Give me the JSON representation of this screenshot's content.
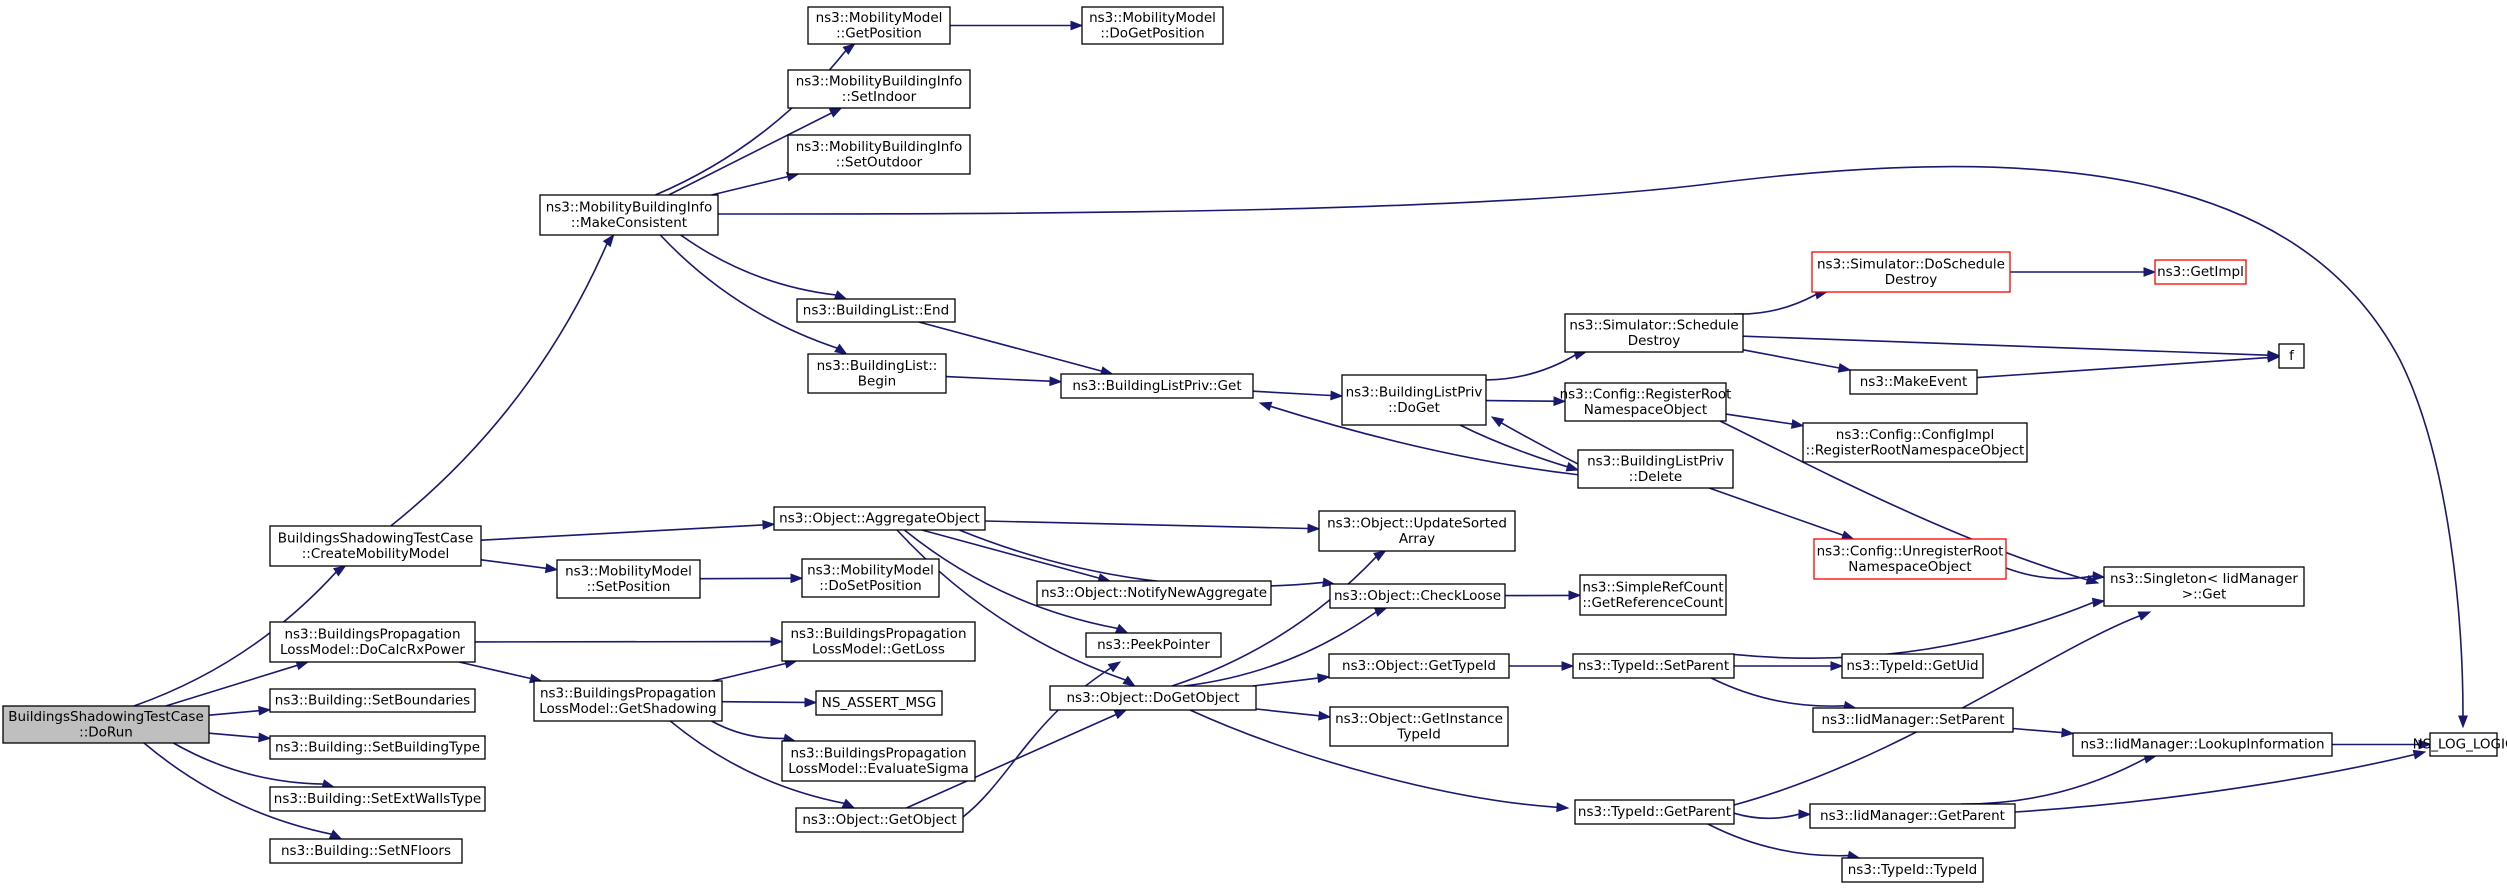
{
  "nodes": [
    {
      "id": "root",
      "lines": [
        "BuildingsShadowingTestCase",
        "::DoRun"
      ],
      "kind": "root"
    },
    {
      "id": "createMobility",
      "lines": [
        "BuildingsShadowingTestCase",
        "::CreateMobilityModel"
      ]
    },
    {
      "id": "doCalcRx",
      "lines": [
        "ns3::BuildingsPropagation",
        "LossModel::DoCalcRxPower"
      ]
    },
    {
      "id": "setBoundaries",
      "lines": [
        "ns3::Building::SetBoundaries"
      ]
    },
    {
      "id": "setBuildingType",
      "lines": [
        "ns3::Building::SetBuildingType"
      ]
    },
    {
      "id": "setExtWalls",
      "lines": [
        "ns3::Building::SetExtWallsType"
      ]
    },
    {
      "id": "setNFloors",
      "lines": [
        "ns3::Building::SetNFloors"
      ]
    },
    {
      "id": "makeConsistent",
      "lines": [
        "ns3::MobilityBuildingInfo",
        "::MakeConsistent"
      ]
    },
    {
      "id": "aggregateObject",
      "lines": [
        "ns3::Object::AggregateObject"
      ]
    },
    {
      "id": "mmSetPosition",
      "lines": [
        "ns3::MobilityModel",
        "::SetPosition"
      ]
    },
    {
      "id": "getShadowing",
      "lines": [
        "ns3::BuildingsPropagation",
        "LossModel::GetShadowing"
      ]
    },
    {
      "id": "getLoss",
      "lines": [
        "ns3::BuildingsPropagation",
        "LossModel::GetLoss"
      ]
    },
    {
      "id": "getPosition",
      "lines": [
        "ns3::MobilityModel",
        "::GetPosition"
      ]
    },
    {
      "id": "setIndoor",
      "lines": [
        "ns3::MobilityBuildingInfo",
        "::SetIndoor"
      ]
    },
    {
      "id": "setOutdoor",
      "lines": [
        "ns3::MobilityBuildingInfo",
        "::SetOutdoor"
      ]
    },
    {
      "id": "blEnd",
      "lines": [
        "ns3::BuildingList::End"
      ]
    },
    {
      "id": "blBegin",
      "lines": [
        "ns3::BuildingList::",
        "Begin"
      ]
    },
    {
      "id": "nsLogLogic",
      "lines": [
        "NS_LOG_LOGIC"
      ]
    },
    {
      "id": "doGetPosition",
      "lines": [
        "ns3::MobilityModel",
        "::DoGetPosition"
      ]
    },
    {
      "id": "blpGet",
      "lines": [
        "ns3::BuildingListPriv::Get"
      ]
    },
    {
      "id": "blpDoGet",
      "lines": [
        "ns3::BuildingListPriv",
        "::DoGet"
      ]
    },
    {
      "id": "updateSorted",
      "lines": [
        "ns3::Object::UpdateSorted",
        "Array"
      ]
    },
    {
      "id": "notifyNew",
      "lines": [
        "ns3::Object::NotifyNewAggregate"
      ]
    },
    {
      "id": "checkLoose",
      "lines": [
        "ns3::Object::CheckLoose"
      ]
    },
    {
      "id": "peekPointer",
      "lines": [
        "ns3::PeekPointer"
      ]
    },
    {
      "id": "doGetObject",
      "lines": [
        "ns3::Object::DoGetObject"
      ]
    },
    {
      "id": "doSetPosition",
      "lines": [
        "ns3::MobilityModel",
        "::DoSetPosition"
      ]
    },
    {
      "id": "nsAssertMsg",
      "lines": [
        "NS_ASSERT_MSG"
      ]
    },
    {
      "id": "evaluateSigma",
      "lines": [
        "ns3::BuildingsPropagation",
        "LossModel::EvaluateSigma"
      ]
    },
    {
      "id": "getObject",
      "lines": [
        "ns3::Object::GetObject"
      ]
    },
    {
      "id": "scheduleDestroy",
      "lines": [
        "ns3::Simulator::Schedule",
        "Destroy"
      ]
    },
    {
      "id": "registerRootNs",
      "lines": [
        "ns3::Config::RegisterRoot",
        "NamespaceObject"
      ]
    },
    {
      "id": "blpDelete",
      "lines": [
        "ns3::BuildingListPriv",
        "::Delete"
      ]
    },
    {
      "id": "simpleRefCount",
      "lines": [
        "ns3::SimpleRefCount",
        "::GetReferenceCount"
      ]
    },
    {
      "id": "getTypeId",
      "lines": [
        "ns3::Object::GetTypeId"
      ]
    },
    {
      "id": "getInstanceTypeId",
      "lines": [
        "ns3::Object::GetInstance",
        "TypeId"
      ]
    },
    {
      "id": "typeIdSetParent",
      "lines": [
        "ns3::TypeId::SetParent"
      ]
    },
    {
      "id": "typeIdGetParent",
      "lines": [
        "ns3::TypeId::GetParent"
      ]
    },
    {
      "id": "doScheduleDestroy",
      "lines": [
        "ns3::Simulator::DoSchedule",
        "Destroy"
      ],
      "kind": "red"
    },
    {
      "id": "makeEvent",
      "lines": [
        "ns3::MakeEvent"
      ]
    },
    {
      "id": "configImplRegister",
      "lines": [
        "ns3::Config::ConfigImpl",
        "::RegisterRootNamespaceObject"
      ]
    },
    {
      "id": "unregisterRootNs",
      "lines": [
        "ns3::Config::UnregisterRoot",
        "NamespaceObject"
      ],
      "kind": "red"
    },
    {
      "id": "getImpl",
      "lines": [
        "ns3::GetImpl"
      ],
      "kind": "red"
    },
    {
      "id": "f",
      "lines": [
        "f"
      ]
    },
    {
      "id": "singletonGet",
      "lines": [
        "ns3::Singleton< IidManager",
        " >::Get"
      ]
    },
    {
      "id": "typeIdGetUid",
      "lines": [
        "ns3::TypeId::GetUid"
      ]
    },
    {
      "id": "iidSetParent",
      "lines": [
        "ns3::IidManager::SetParent"
      ]
    },
    {
      "id": "iidLookup",
      "lines": [
        "ns3::IidManager::LookupInformation"
      ]
    },
    {
      "id": "iidGetParent",
      "lines": [
        "ns3::IidManager::GetParent"
      ]
    },
    {
      "id": "typeIdTypeId",
      "lines": [
        "ns3::TypeId::TypeId"
      ]
    }
  ],
  "edges": [
    [
      "root",
      "createMobility"
    ],
    [
      "root",
      "doCalcRx"
    ],
    [
      "root",
      "setBoundaries"
    ],
    [
      "root",
      "setBuildingType"
    ],
    [
      "root",
      "setExtWalls"
    ],
    [
      "root",
      "setNFloors"
    ],
    [
      "createMobility",
      "makeConsistent"
    ],
    [
      "createMobility",
      "aggregateObject"
    ],
    [
      "createMobility",
      "mmSetPosition"
    ],
    [
      "doCalcRx",
      "getLoss"
    ],
    [
      "doCalcRx",
      "getShadowing"
    ],
    [
      "makeConsistent",
      "getPosition"
    ],
    [
      "makeConsistent",
      "setIndoor"
    ],
    [
      "makeConsistent",
      "setOutdoor"
    ],
    [
      "makeConsistent",
      "blEnd"
    ],
    [
      "makeConsistent",
      "blBegin"
    ],
    [
      "makeConsistent",
      "nsLogLogic"
    ],
    [
      "getPosition",
      "doGetPosition"
    ],
    [
      "blEnd",
      "blpGet"
    ],
    [
      "blBegin",
      "blpGet"
    ],
    [
      "blpGet",
      "blpDoGet"
    ],
    [
      "blpDoGet",
      "scheduleDestroy"
    ],
    [
      "blpDoGet",
      "registerRootNs"
    ],
    [
      "blpDoGet",
      "blpDelete"
    ],
    [
      "blpDelete",
      "blpGet"
    ],
    [
      "blpDelete",
      "blpDoGet"
    ],
    [
      "blpDelete",
      "unregisterRootNs"
    ],
    [
      "scheduleDestroy",
      "doScheduleDestroy"
    ],
    [
      "scheduleDestroy",
      "f"
    ],
    [
      "scheduleDestroy",
      "makeEvent"
    ],
    [
      "doScheduleDestroy",
      "getImpl"
    ],
    [
      "makeEvent",
      "f"
    ],
    [
      "registerRootNs",
      "configImplRegister"
    ],
    [
      "registerRootNs",
      "singletonGet"
    ],
    [
      "unregisterRootNs",
      "singletonGet"
    ],
    [
      "aggregateObject",
      "updateSorted"
    ],
    [
      "aggregateObject",
      "notifyNew"
    ],
    [
      "aggregateObject",
      "checkLoose"
    ],
    [
      "aggregateObject",
      "peekPointer"
    ],
    [
      "aggregateObject",
      "doGetObject"
    ],
    [
      "mmSetPosition",
      "doSetPosition"
    ],
    [
      "getShadowing",
      "getLoss"
    ],
    [
      "getShadowing",
      "nsAssertMsg"
    ],
    [
      "getShadowing",
      "evaluateSigma"
    ],
    [
      "getShadowing",
      "getObject"
    ],
    [
      "getObject",
      "peekPointer"
    ],
    [
      "getObject",
      "doGetObject"
    ],
    [
      "doGetObject",
      "updateSorted"
    ],
    [
      "doGetObject",
      "checkLoose"
    ],
    [
      "doGetObject",
      "getTypeId"
    ],
    [
      "doGetObject",
      "getInstanceTypeId"
    ],
    [
      "doGetObject",
      "typeIdGetParent"
    ],
    [
      "checkLoose",
      "simpleRefCount"
    ],
    [
      "getTypeId",
      "typeIdSetParent"
    ],
    [
      "typeIdSetParent",
      "singletonGet"
    ],
    [
      "typeIdSetParent",
      "typeIdGetUid"
    ],
    [
      "typeIdSetParent",
      "iidSetParent"
    ],
    [
      "iidSetParent",
      "iidLookup"
    ],
    [
      "iidLookup",
      "nsLogLogic"
    ],
    [
      "typeIdGetParent",
      "singletonGet"
    ],
    [
      "typeIdGetParent",
      "iidGetParent"
    ],
    [
      "typeIdGetParent",
      "typeIdTypeId"
    ],
    [
      "iidGetParent",
      "iidLookup"
    ],
    [
      "iidGetParent",
      "nsLogLogic"
    ]
  ]
}
